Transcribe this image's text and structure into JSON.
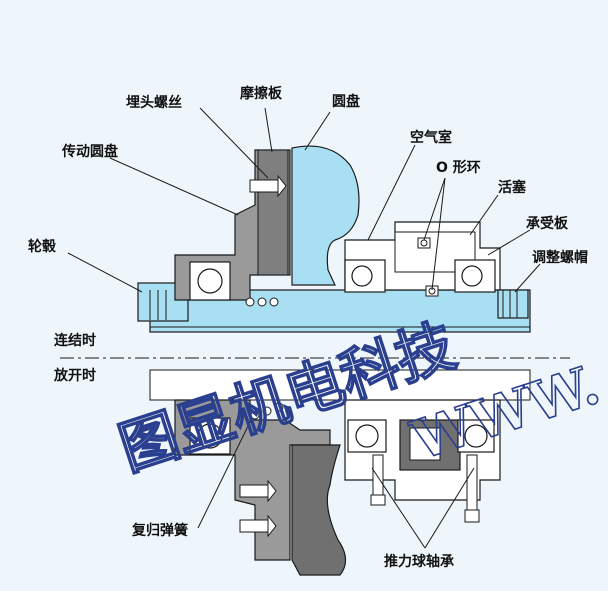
{
  "colors": {
    "background": "#eef6fb",
    "part_blue": "#a9dff2",
    "part_gray": "#9a9a9a",
    "part_dark": "#6d6d6d",
    "line": "#1a1a1a",
    "watermark": "#2b3f8f"
  },
  "labels": {
    "bolt": "埋头螺丝",
    "friction_plate": "摩擦板",
    "disc": "圆盘",
    "drive_disc": "传动圆盘",
    "air_chamber": "空气室",
    "o_ring": "O 形环",
    "piston": "活塞",
    "hub": "轮毂",
    "bearing_plate": "承受板",
    "adjust_nut": "调整螺帽",
    "engaged": "连结时",
    "released": "放开时",
    "return_spring": "复归弹簧",
    "thrust_bearing": "推力球轴承"
  },
  "watermark": {
    "brand": "图显机电科技",
    "url": "WWW. S"
  }
}
